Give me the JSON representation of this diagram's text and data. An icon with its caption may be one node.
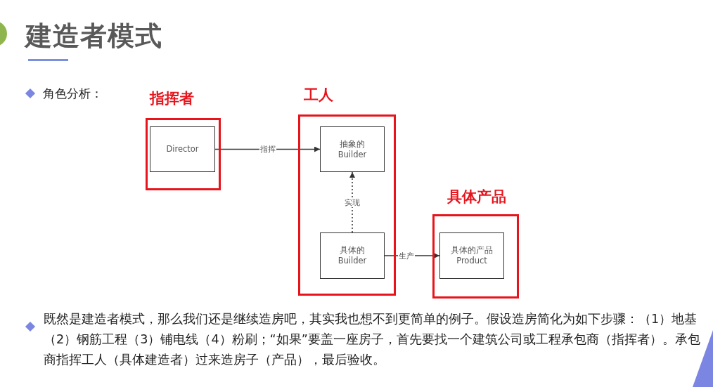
{
  "diagram": {
    "title": "建造者模式",
    "nodes": [
      {
        "text": [
          "指挥者"
        ]
      },
      {
        "text": [
          "Director"
        ],
        "in": 0
      },
      {
        "text": [
          "工人"
        ]
      },
      {
        "text": [
          "抽象的 Builder"
        ],
        "in": 2
      },
      {
        "text": [
          "具体的 Builder"
        ],
        "in": 2
      },
      {
        "text": [
          "具体产品"
        ]
      },
      {
        "text": [
          "具体的产品 Product"
        ],
        "in": 5
      }
    ],
    "edges": [
      {
        "from": 1,
        "to": 3,
        "arrow": "to",
        "label": "指挥"
      },
      {
        "from": 4,
        "to": 3,
        "arrow": "to",
        "label": "实现",
        "style": "dashed"
      },
      {
        "from": 4,
        "to": 6,
        "arrow": "to",
        "label": "生产"
      }
    ],
    "labels": [
      "角色分析：",
      "既然是建造者模式，那么我们还是继续造房吧，其实我也想不到更简单的例子。假设造房简化为如下步骤：（1）地基（2）钢筋工程（3）铺电线（4）粉刷；“如果”要盖一座房子，首先要找一个建筑公司或工程承包商（指挥者）。承包商指挥工人（具体建造者）过来造房子（产品），最后验收。"
    ]
  }
}
